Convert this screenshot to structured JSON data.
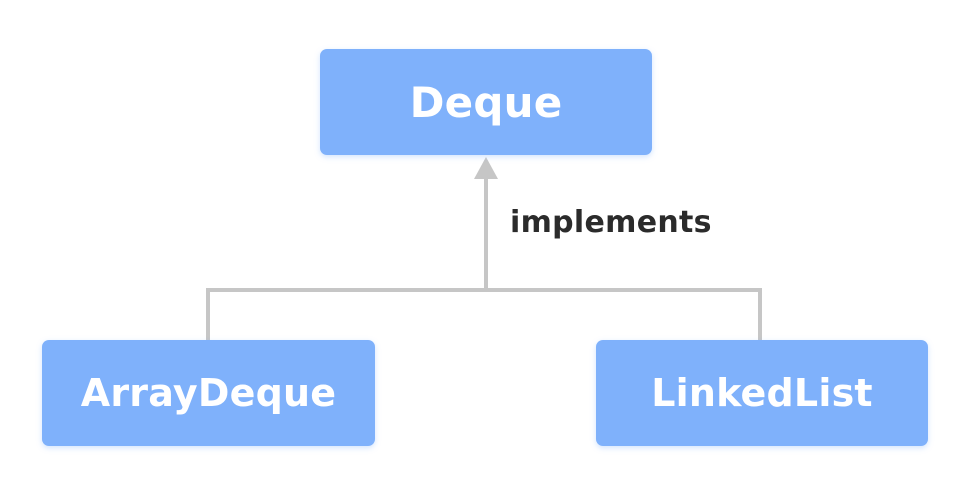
{
  "diagram": {
    "parent": {
      "label": "Deque"
    },
    "relation": {
      "label": "implements"
    },
    "children": [
      {
        "label": "ArrayDeque"
      },
      {
        "label": "LinkedList"
      }
    ]
  },
  "colors": {
    "node_fill": "#7fb1fb",
    "node_text": "#ffffff",
    "connector": "#c6c6c6",
    "label_text": "#2b2b2b",
    "background": "#ffffff"
  }
}
